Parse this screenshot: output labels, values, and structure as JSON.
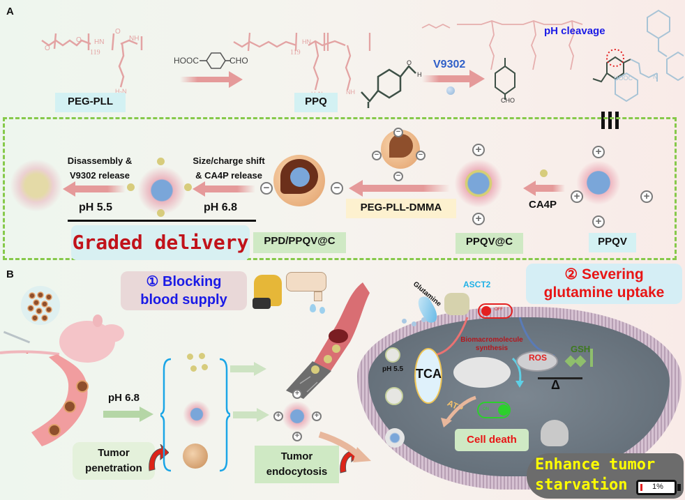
{
  "panel_a": {
    "label": "A",
    "compounds": {
      "peg_pll": "PEG-PLL",
      "ppq": "PPQ",
      "ppqv": "PPQV",
      "ppqv_c": "PPQV@C",
      "ppd_ppqv_c": "PPD/PPQV@C"
    },
    "reagents": {
      "linker_left": "HOOC",
      "linker_right": "CHO",
      "drug": "V9302",
      "repeat_unit": "119",
      "pendant_amine": "H₂N",
      "aldehyde": "CHO"
    },
    "annotations": {
      "ph_cleavage": "pH cleavage",
      "equivalence": "III"
    },
    "steps": {
      "add_ca4p": "CA4P",
      "coat": "PEG-PLL-DMMA",
      "ph68_line1": "Size/charge shift",
      "ph68_line2": "& CA4P release",
      "ph68": "pH 6.8",
      "ph55_line1": "Disassembly &",
      "ph55_line2": "V9302 release",
      "ph55": "pH 5.5"
    },
    "graded_delivery": "Graded delivery",
    "charges": {
      "positive": "+",
      "negative": "−"
    }
  },
  "panel_b": {
    "label": "B",
    "blocking": {
      "line1": "① Blocking",
      "line2": "blood supply"
    },
    "severing": {
      "line1": "② Severing",
      "line2": "glutamine uptake"
    },
    "ph_tumor": "pH 6.8",
    "tumor_penetration": {
      "line1": "Tumor",
      "line2": "penetration"
    },
    "tumor_endocytosis": {
      "line1": "Tumor",
      "line2": "endocytosis"
    },
    "cell": {
      "glutamine": "Glutamine",
      "transporter": "ASCT2",
      "switch_off": "OFF",
      "switch_on": "ON",
      "biomacromolecule_line1": "Biomacromolecule",
      "biomacromolecule_line2": "synthesis",
      "ros": "ROS",
      "gsh": "GSH",
      "tca": "TCA",
      "atp": "ATP",
      "ph_lysosome": "pH 5.5",
      "imbalance": "Δ",
      "cell_death": "Cell death"
    },
    "starvation": {
      "line1": "Enhance tumor",
      "line2": "starvation",
      "battery_level": "1%"
    }
  },
  "colors": {
    "frame_green": "#86c94a",
    "red_text": "#c1121a",
    "blue_text": "#1a1ae6",
    "arrow_pink": "#e59a9a",
    "arrow_green": "#b5d6a6",
    "brace_blue": "#1aa5e6",
    "starvation_yellow": "#ffff00"
  }
}
